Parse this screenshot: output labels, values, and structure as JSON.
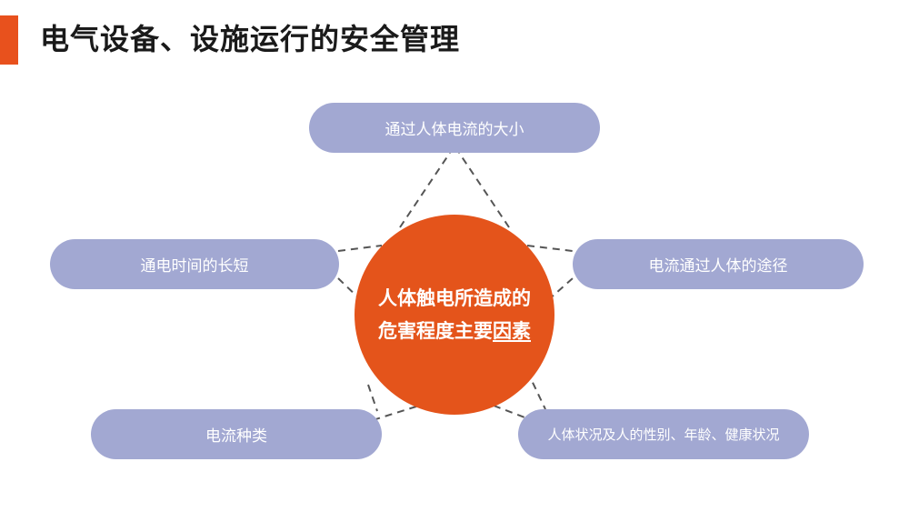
{
  "title": "电气设备、设施运行的安全管理",
  "center": {
    "line1": "人体触电所造成的",
    "line2_prefix": "危害程度主要",
    "line2_underlined": "因素"
  },
  "factors": {
    "top": "通过人体电流的大小",
    "left": "通电时间的长短",
    "right": "电流通过人体的途径",
    "bottom_left": "电流种类",
    "bottom_right": "人体状况及人的性别、年龄、健康状况"
  },
  "colors": {
    "accent": "#E8511D",
    "center": "#E4541B",
    "pill": "#A2A8D2"
  }
}
